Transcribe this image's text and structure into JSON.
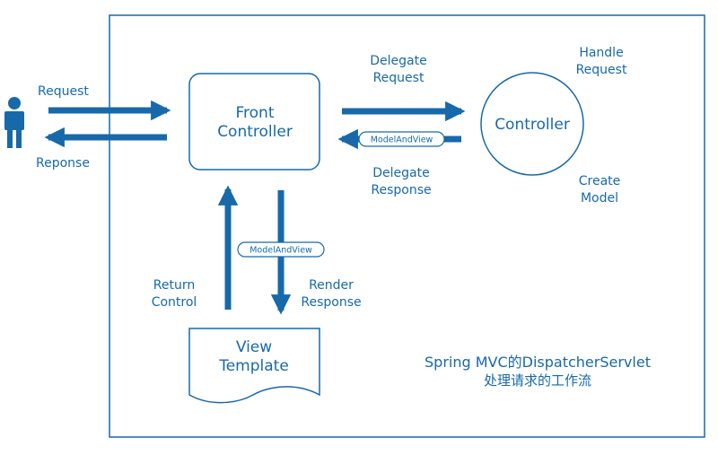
{
  "labels": {
    "request": "Request",
    "response": "Reponse",
    "front_controller_line1": "Front",
    "front_controller_line2": "Controller",
    "delegate_request_line1": "Delegate",
    "delegate_request_line2": "Request",
    "delegate_response_line1": "Delegate",
    "delegate_response_line2": "Response",
    "controller": "Controller",
    "handle_request_line1": "Handle",
    "handle_request_line2": "Request",
    "create_model_line1": "Create",
    "create_model_line2": "Model",
    "model_and_view_top": "ModelAndView",
    "model_and_view_bottom": "ModelAndView",
    "return_control_line1": "Return",
    "return_control_line2": "Control",
    "render_response_line1": "Render",
    "render_response_line2": "Response",
    "view_template_line1": "View",
    "view_template_line2": "Template",
    "caption_line1": "Spring MVC的DispatcherServlet",
    "caption_line2": "处理请求的工作流"
  },
  "colors": {
    "primary": "#1769aa",
    "background": "#ffffff"
  },
  "icons": {
    "user": "person-icon"
  }
}
